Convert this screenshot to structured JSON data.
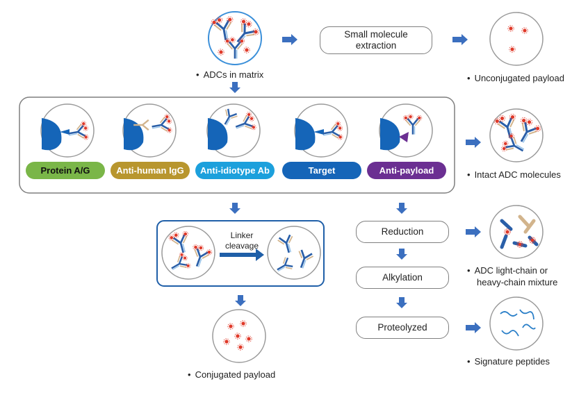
{
  "top": {
    "source_label": "ADCs in matrix",
    "extraction_label": "Small molecule extraction",
    "extraction_line1": "Small molecule",
    "extraction_line2": "extraction",
    "unconjugated_label": "Unconjugated payload"
  },
  "capture": {
    "tags": [
      {
        "label": "Protein A/G",
        "bg": "#7ab648",
        "fg": "#111111"
      },
      {
        "label": "Anti-human IgG",
        "bg": "#b8962e",
        "fg": "#ffffff"
      },
      {
        "label": "Anti-idiotype Ab",
        "bg": "#1ca0dc",
        "fg": "#ffffff"
      },
      {
        "label": "Target",
        "bg": "#1565b8",
        "fg": "#ffffff"
      },
      {
        "label": "Anti-payload",
        "bg": "#6b2f92",
        "fg": "#ffffff"
      }
    ],
    "intact_label": "Intact ADC molecules"
  },
  "left_branch": {
    "linker_line1": "Linker",
    "linker_line2": "cleavage",
    "conjugated_label": "Conjugated payload"
  },
  "right_branch": {
    "steps": [
      "Reduction",
      "Alkylation",
      "Proteolyzed"
    ],
    "chain_label_line1": "ADC light-chain or",
    "chain_label_line2": "heavy-chain mixture",
    "peptide_label": "Signature peptides"
  },
  "colors": {
    "arrow": "#3b6fbf",
    "antibody_blue": "#2a5fa8",
    "antibody_tan": "#d2b48c",
    "payload": "#e03a2a",
    "panel_border": "#7f7f7f",
    "cleavage_border": "#1f5fa8"
  }
}
